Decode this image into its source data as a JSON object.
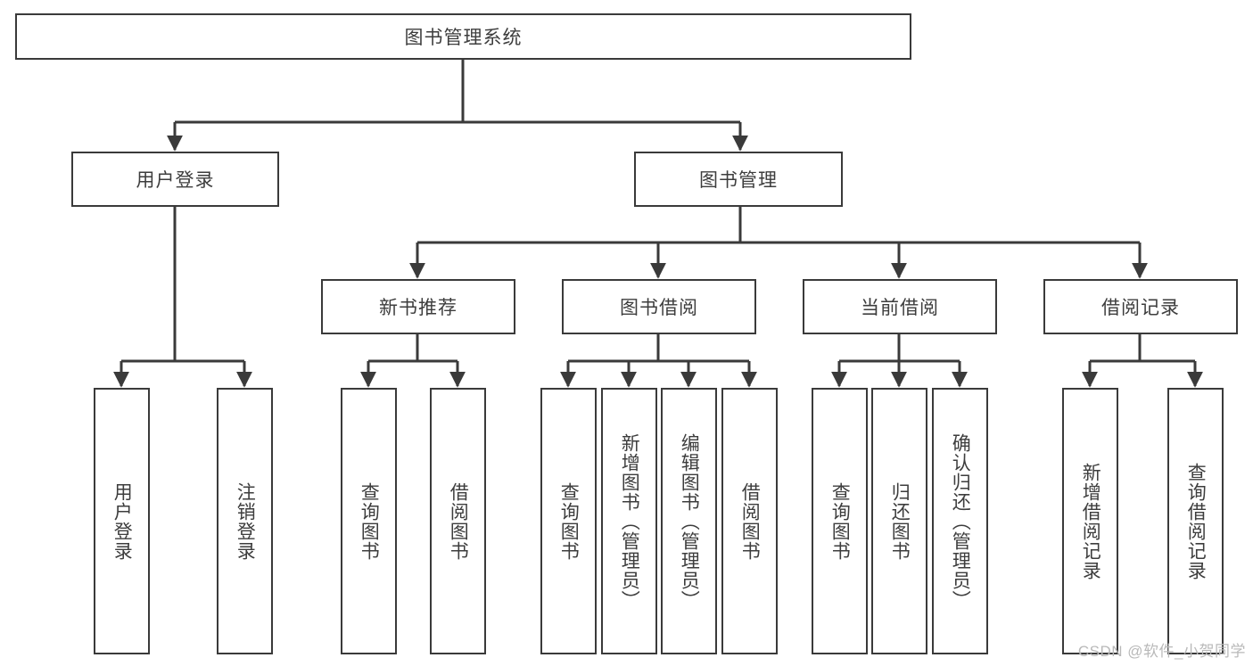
{
  "diagram": {
    "title": "图书管理系统",
    "type": "tree-hierarchy-chart",
    "colors": {
      "stroke": "#3a3a3a",
      "fill": "#ffffff",
      "text": "#3d3d3d",
      "watermark": "#b9b9b9"
    },
    "levels": {
      "root": {
        "label": "图书管理系统"
      },
      "level2": [
        {
          "label": "用户登录"
        },
        {
          "label": "图书管理"
        }
      ],
      "level3": [
        {
          "label": "新书推荐"
        },
        {
          "label": "图书借阅"
        },
        {
          "label": "当前借阅"
        },
        {
          "label": "借阅记录"
        }
      ],
      "leaves": [
        {
          "label": "用户登录",
          "parent": "用户登录"
        },
        {
          "label": "注销登录",
          "parent": "用户登录"
        },
        {
          "label": "查询图书",
          "parent": "新书推荐"
        },
        {
          "label": "借阅图书",
          "parent": "新书推荐"
        },
        {
          "label": "查询图书",
          "parent": "图书借阅"
        },
        {
          "label": "新增图书（管理员）",
          "parent": "图书借阅"
        },
        {
          "label": "编辑图书（管理员）",
          "parent": "图书借阅"
        },
        {
          "label": "借阅图书",
          "parent": "图书借阅"
        },
        {
          "label": "查询图书",
          "parent": "当前借阅"
        },
        {
          "label": "归还图书",
          "parent": "当前借阅"
        },
        {
          "label": "确认归还（管理员）",
          "parent": "当前借阅"
        },
        {
          "label": "新增借阅记录",
          "parent": "借阅记录"
        },
        {
          "label": "查询借阅记录",
          "parent": "借阅记录"
        }
      ]
    }
  },
  "watermark": {
    "text": "CSDN @软件_小贺同学"
  }
}
